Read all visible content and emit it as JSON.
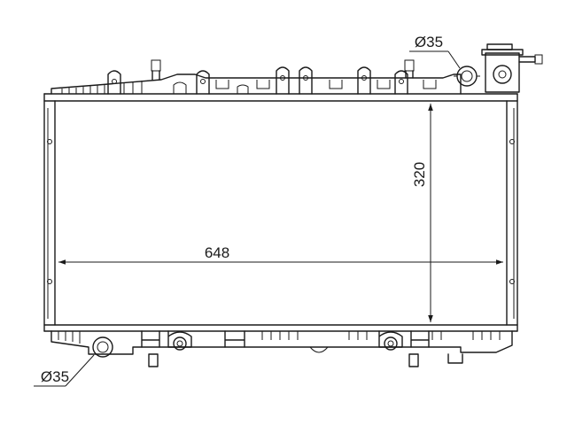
{
  "dimensions": {
    "width_label": "648",
    "height_label": "320",
    "inlet_label": "Ø35",
    "outlet_label": "Ø35"
  },
  "colors": {
    "line": "#1a1a1a",
    "background": "#ffffff"
  }
}
